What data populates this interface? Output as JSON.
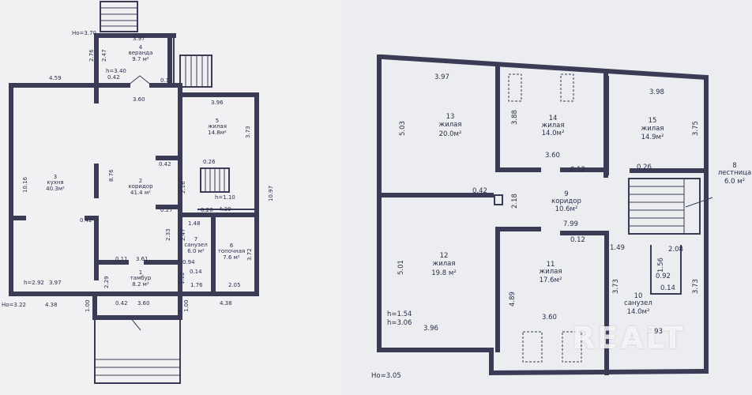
{
  "left_plan": {
    "elevation_top": "Ho=3.70",
    "elevation_bottom": "Ho=3.22",
    "rooms": [
      {
        "num": "4",
        "name": "веранда",
        "area": "9.7 м²"
      },
      {
        "num": "5",
        "name": "жилая",
        "area": "14.8м²"
      },
      {
        "num": "3",
        "name": "кухня",
        "area": "40.3м²"
      },
      {
        "num": "2",
        "name": "коридор",
        "area": "41.4 м²"
      },
      {
        "num": "7",
        "name": "санузел",
        "area": "6.0 м²"
      },
      {
        "num": "6",
        "name": "топочная",
        "area": "7.6 м²"
      },
      {
        "num": "1",
        "name": "тамбур",
        "area": "8.2 м²"
      }
    ],
    "dims": [
      "3.97",
      "2.76",
      "2.47",
      "h=3.40",
      "0.42",
      "0.12",
      "4.59",
      "3.60",
      "3.96",
      "3.73",
      "10.97",
      "10.16",
      "8.76",
      "0.42",
      "2.16",
      "0.26",
      "h=1.10",
      "0.27",
      "4.39",
      "0.26",
      "1.48",
      "0.42",
      "2.33",
      "2.47",
      "3.72",
      "0.11",
      "3.61",
      "0.94",
      "0.14",
      "1.12",
      "1.76",
      "2.05",
      "h=2.92",
      "3.97",
      "2.29",
      "4.38",
      "1.00",
      "0.42",
      "3.60",
      "1.00",
      "4.38"
    ]
  },
  "right_plan": {
    "elevation_bottom": "Ho=3.05",
    "rooms": [
      {
        "num": "13",
        "name": "жилая",
        "area": "20.0м²"
      },
      {
        "num": "14",
        "name": "жилая",
        "area": "14.0м²"
      },
      {
        "num": "15",
        "name": "жилая",
        "area": "14.9м²"
      },
      {
        "num": "8",
        "name": "лестница",
        "area": "6.0 м²"
      },
      {
        "num": "9",
        "name": "коридор",
        "area": "10.6м²"
      },
      {
        "num": "12",
        "name": "жилая",
        "area": "19.8 м²"
      },
      {
        "num": "11",
        "name": "жилая",
        "area": "17.6м²"
      },
      {
        "num": "10",
        "name": "санузел",
        "area": "14.0м²"
      }
    ],
    "dims": [
      "3.97",
      "3.98",
      "5.03",
      "3.88",
      "3.60",
      "0.12",
      "3.75",
      "0.26",
      "0.42",
      "2.18",
      "7.99",
      "0.12",
      "1.49",
      "2.08",
      "1.56",
      "0.92",
      "0.14",
      "5.01",
      "4.89",
      "3.73",
      "3.73",
      "h=1.54",
      "h=3.06",
      "3.96",
      "3.60",
      "3.93"
    ]
  },
  "watermark": "REALT"
}
